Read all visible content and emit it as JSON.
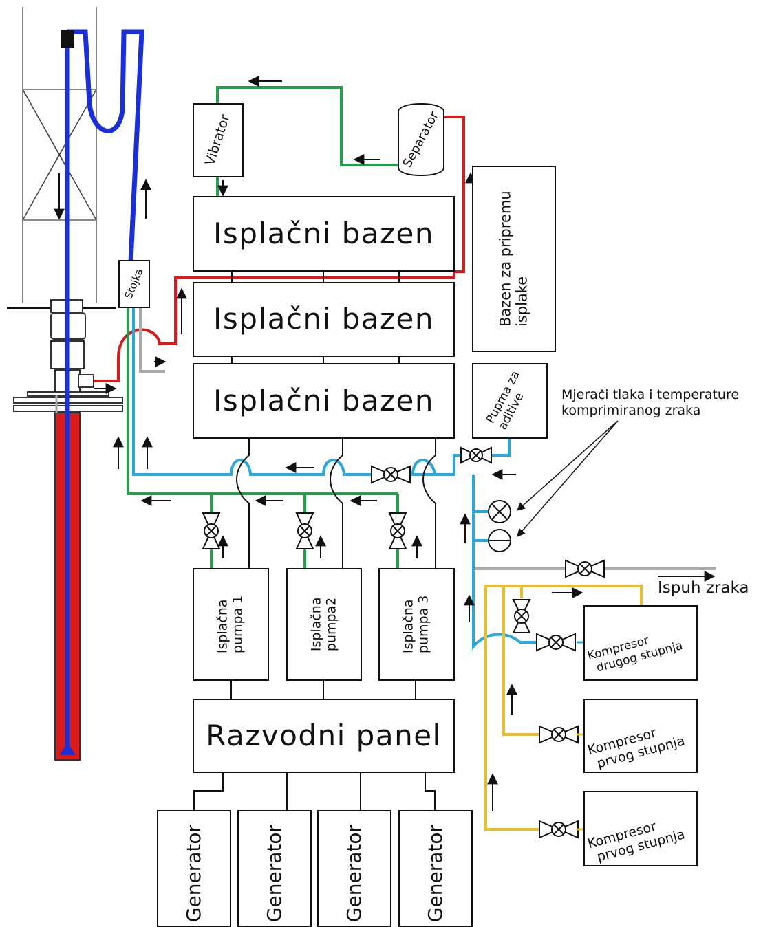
{
  "labels": {
    "vibrator": "Vibrator",
    "separator": "Separator",
    "stojka": "Stojka",
    "mud_tank_1": "Isplačni bazen",
    "mud_tank_2": "Isplačni bazen",
    "mud_tank_3": "Isplačni bazen",
    "prep_tank_line1": "Bazen za pripremu",
    "prep_tank_line2": "isplake",
    "additive_pump_line1": "Pupma za",
    "additive_pump_line2": "aditive",
    "gauges_line1": "Mjerači tlaka i temperature",
    "gauges_line2": "komprimiranog zraka",
    "exhaust": "Ispuh zraka",
    "pump1_line1": "Isplačna",
    "pump1_line2": "pumpa 1",
    "pump2_line1": "Isplačna",
    "pump2_line2": "pumpa2",
    "pump3_line1": "Isplačna",
    "pump3_line2": "pumpa 3",
    "panel": "Razvodni panel",
    "compressor2_line1": "Kompresor",
    "compressor2_line2": "drugog stupnja",
    "compressor1a_line1": "Kompresor",
    "compressor1a_line2": "prvog stupnja",
    "compressor1b_line1": "Kompresor",
    "compressor1b_line2": "prvog stupnja",
    "generator_1": "Generator",
    "generator_2": "Generator",
    "generator_3": "Generator",
    "generator_4": "Generator"
  },
  "colors": {
    "drill_pipe": "#1a2fd6",
    "mud_return": "#d81b1b",
    "mud_clean": "#23a04a",
    "air": "#2aa7dd",
    "compressor_air": "#e8be2a",
    "exhaust_line": "#a9a9a9",
    "outline": "#111111"
  }
}
